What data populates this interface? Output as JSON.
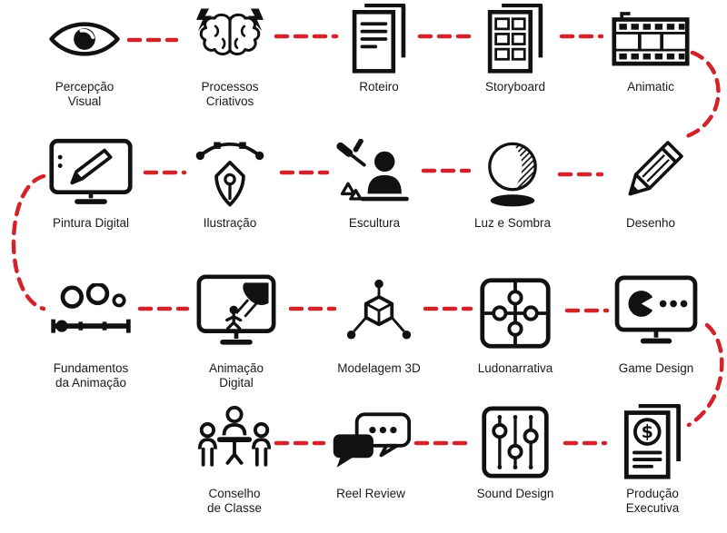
{
  "diagram": {
    "title": "curriculum-flow",
    "connector_color": "#d2232a",
    "icon_color": "#111111",
    "nodes": [
      {
        "id": "percepcao-visual",
        "label": "Percepção\nVisual",
        "icon": "eye-icon"
      },
      {
        "id": "processos-criativos",
        "label": "Processos\nCriativos",
        "icon": "brain-lightning-icon"
      },
      {
        "id": "roteiro",
        "label": "Roteiro",
        "icon": "script-document-icon"
      },
      {
        "id": "storyboard",
        "label": "Storyboard",
        "icon": "storyboard-panels-icon"
      },
      {
        "id": "animatic",
        "label": "Animatic",
        "icon": "film-strip-icon"
      },
      {
        "id": "pintura-digital",
        "label": "Pintura Digital",
        "icon": "pen-display-icon"
      },
      {
        "id": "ilustracao",
        "label": "Ilustração",
        "icon": "pen-nib-bezier-icon"
      },
      {
        "id": "escultura",
        "label": "Escultura",
        "icon": "sculpture-bust-icon"
      },
      {
        "id": "luz-e-sombra",
        "label": "Luz e Sombra",
        "icon": "shaded-sphere-icon"
      },
      {
        "id": "desenho",
        "label": "Desenho",
        "icon": "pencil-icon"
      },
      {
        "id": "fundamentos-animacao",
        "label": "Fundamentos\nda Animação",
        "icon": "bouncing-ball-timeline-icon"
      },
      {
        "id": "animacao-digital",
        "label": "Animação\nDigital",
        "icon": "puppeteer-monitor-icon"
      },
      {
        "id": "modelagem-3d",
        "label": "Modelagem 3D",
        "icon": "wireframe-cube-icon"
      },
      {
        "id": "ludonarrativa",
        "label": "Ludonarrativa",
        "icon": "puzzle-icon"
      },
      {
        "id": "game-design",
        "label": "Game Design",
        "icon": "pacman-monitor-icon"
      },
      {
        "id": "conselho-de-classe",
        "label": "Conselho\nde Classe",
        "icon": "people-round-table-icon"
      },
      {
        "id": "reel-review",
        "label": "Reel Review",
        "icon": "chat-bubbles-icon"
      },
      {
        "id": "sound-design",
        "label": "Sound Design",
        "icon": "mixer-sliders-icon"
      },
      {
        "id": "producao-executiva",
        "label": "Produção\nExecutiva",
        "icon": "dollar-document-icon"
      }
    ],
    "flow_order": [
      "percepcao-visual",
      "processos-criativos",
      "roteiro",
      "storyboard",
      "animatic",
      "desenho",
      "luz-e-sombra",
      "escultura",
      "ilustracao",
      "pintura-digital",
      "fundamentos-animacao",
      "animacao-digital",
      "modelagem-3d",
      "ludonarrativa",
      "game-design",
      "producao-executiva",
      "sound-design",
      "reel-review",
      "conselho-de-classe"
    ],
    "connector_style": "red-dashed"
  }
}
